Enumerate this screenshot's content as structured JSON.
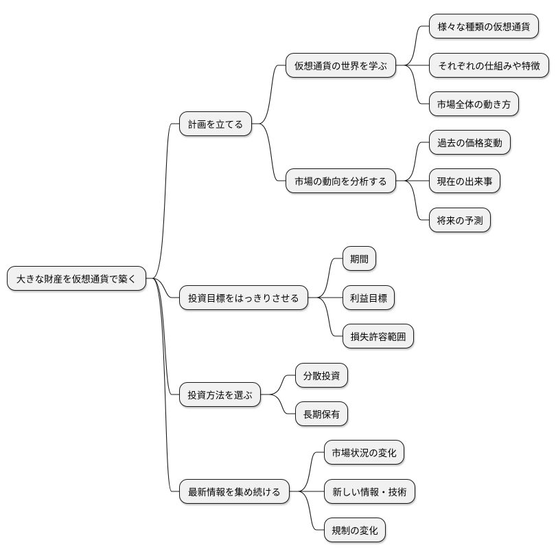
{
  "mindmap": {
    "root": {
      "label": "大きな財産を仮想通貨で築く",
      "children": [
        {
          "label": "計画を立てる",
          "children": [
            {
              "label": "仮想通貨の世界を学ぶ",
              "children": [
                {
                  "label": "様々な種類の仮想通貨"
                },
                {
                  "label": "それぞれの仕組みや特徴"
                },
                {
                  "label": "市場全体の動き方"
                }
              ]
            },
            {
              "label": "市場の動向を分析する",
              "children": [
                {
                  "label": "過去の価格変動"
                },
                {
                  "label": "現在の出来事"
                },
                {
                  "label": "将来の予測"
                }
              ]
            }
          ]
        },
        {
          "label": "投資目標をはっきりさせる",
          "children": [
            {
              "label": "期間"
            },
            {
              "label": "利益目標"
            },
            {
              "label": "損失許容範囲"
            }
          ]
        },
        {
          "label": "投資方法を選ぶ",
          "children": [
            {
              "label": "分散投資"
            },
            {
              "label": "長期保有"
            }
          ]
        },
        {
          "label": "最新情報を集め続ける",
          "children": [
            {
              "label": "市場状況の変化"
            },
            {
              "label": "新しい情報・技術"
            },
            {
              "label": "規制の変化"
            }
          ]
        }
      ]
    },
    "colors": {
      "node_fill": "#f1f1f1",
      "node_border": "#181818",
      "edge": "#181818",
      "background": "#ffffff"
    }
  }
}
